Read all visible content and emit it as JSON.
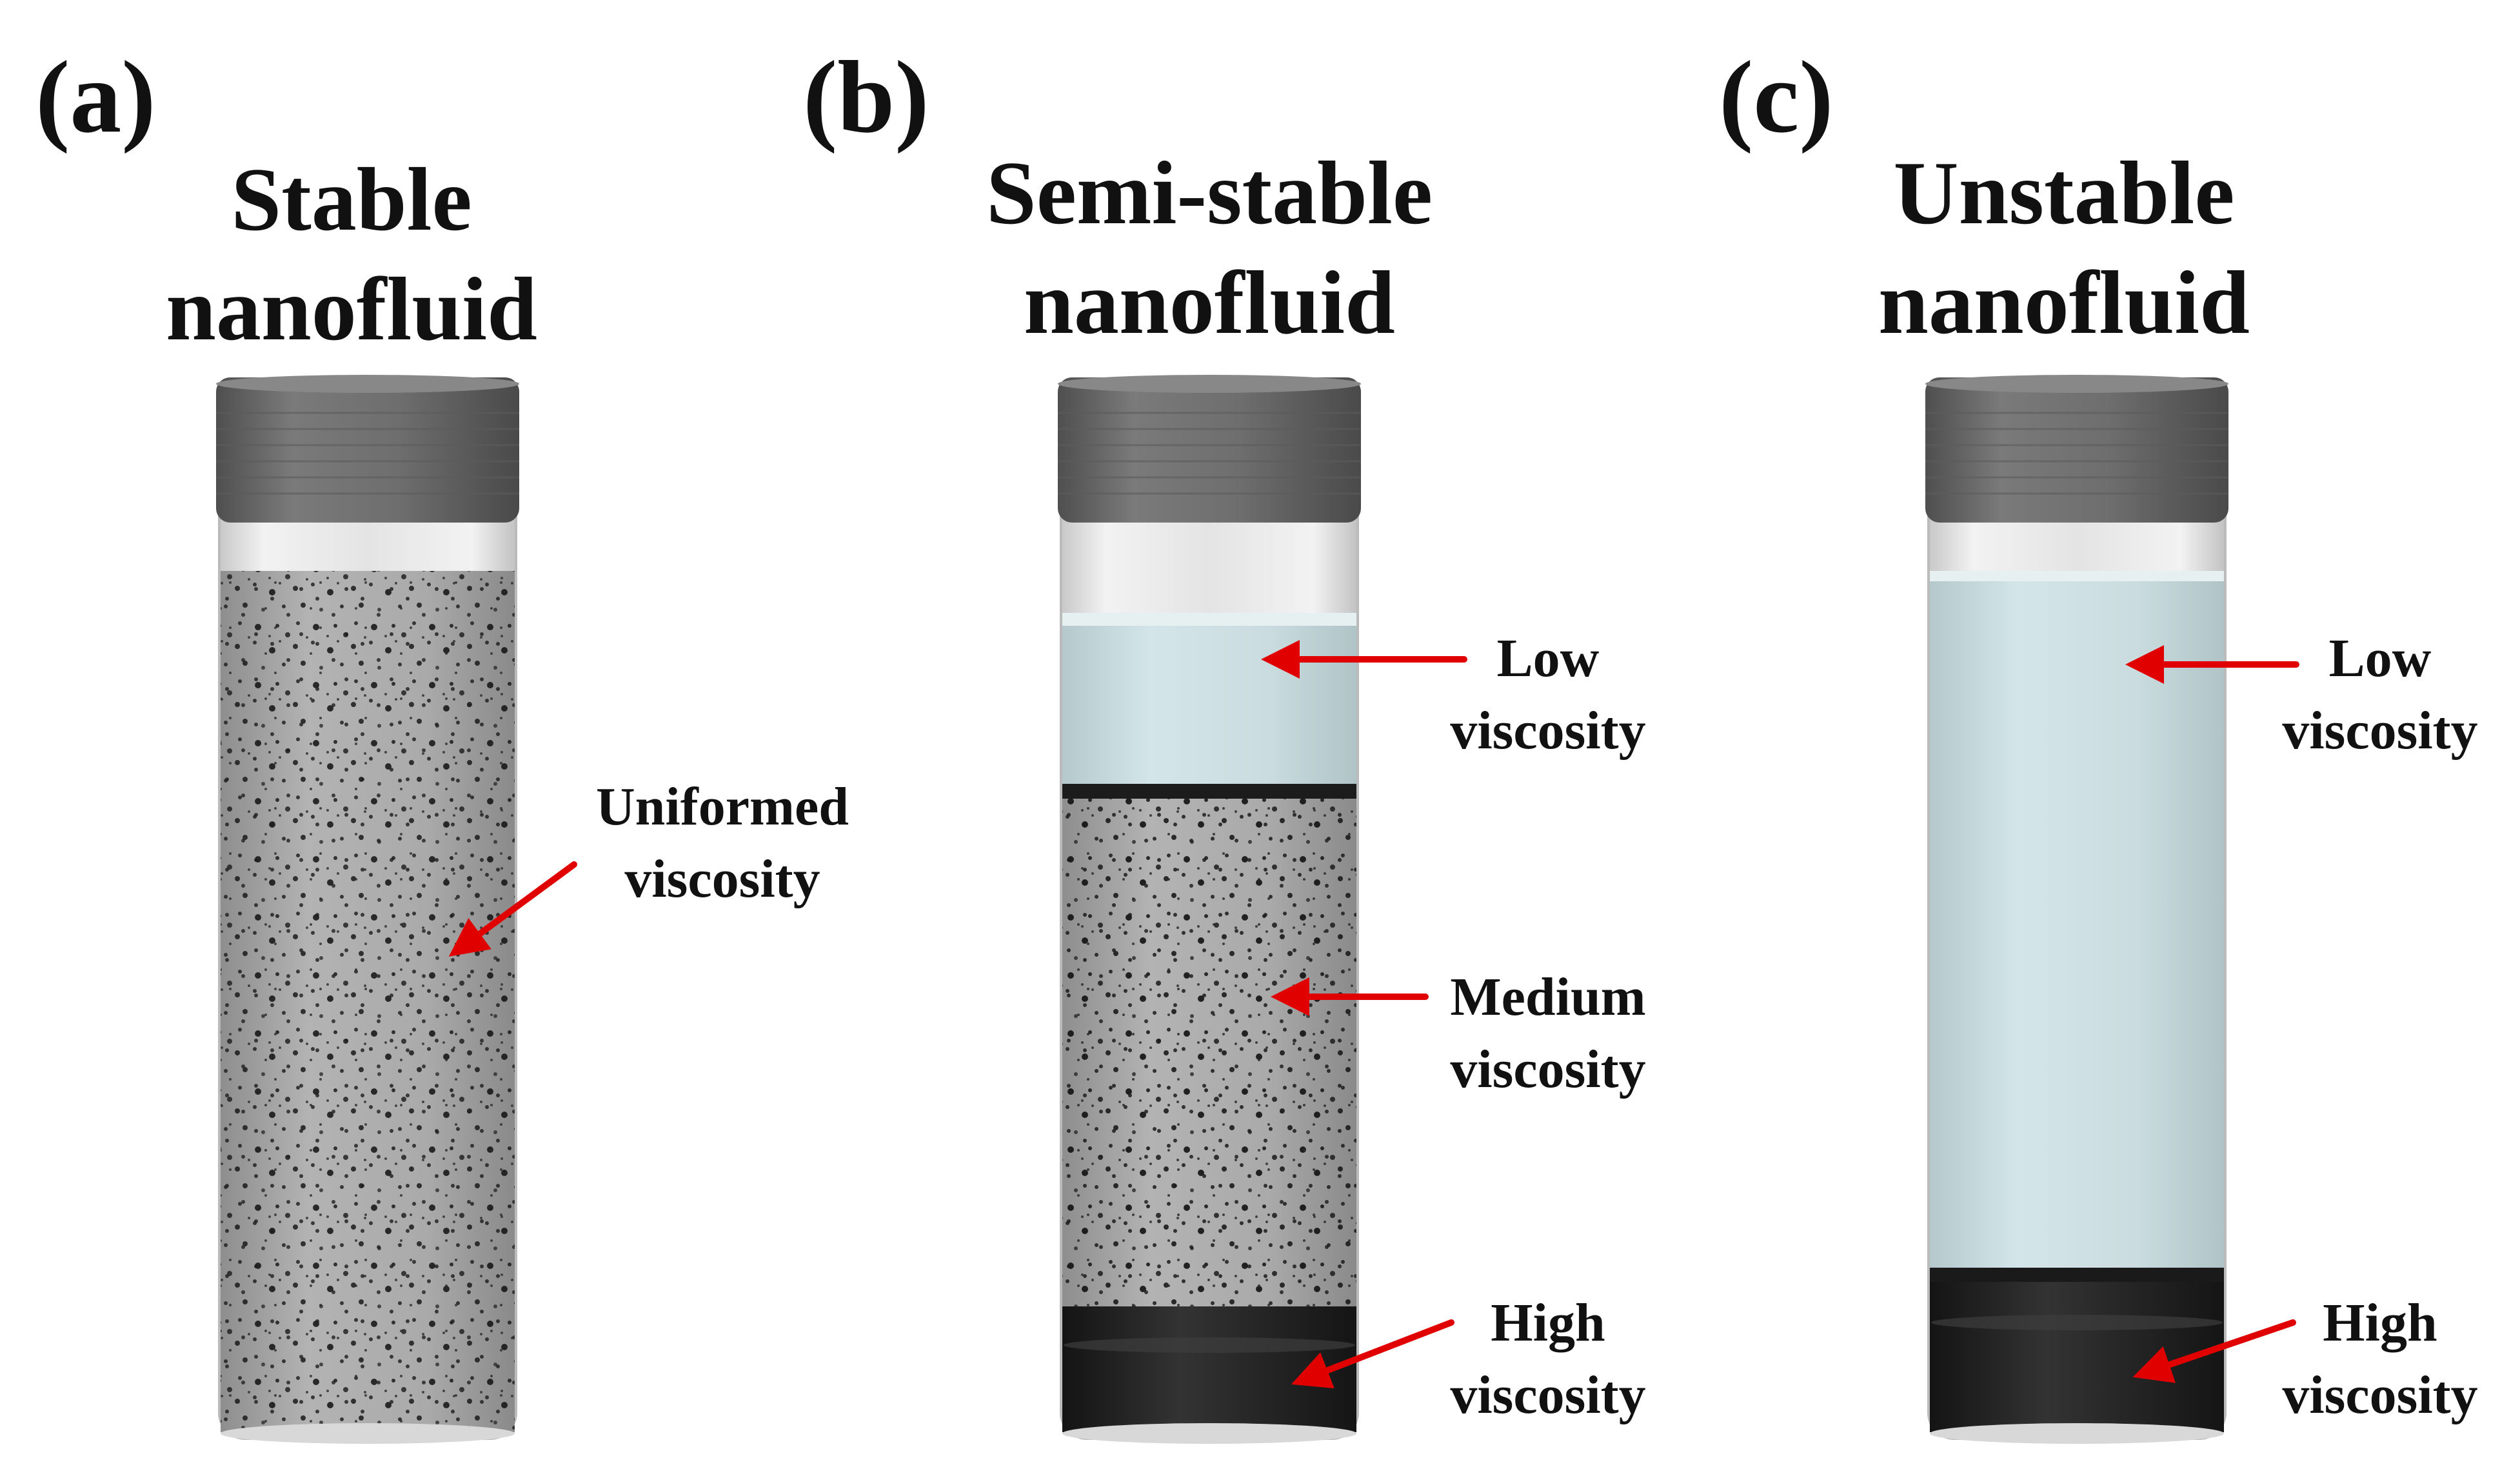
{
  "panels": [
    {
      "letter": "(a)",
      "title_line1": "Stable",
      "title_line2": "nanofluid",
      "labels": [
        {
          "line1": "Uniformed",
          "line2": "viscosity"
        }
      ]
    },
    {
      "letter": "(b)",
      "title_line1": "Semi-stable",
      "title_line2": "nanofluid",
      "labels": [
        {
          "line1": "Low",
          "line2": "viscosity"
        },
        {
          "line1": "Medium",
          "line2": "viscosity"
        },
        {
          "line1": "High",
          "line2": "viscosity"
        }
      ]
    },
    {
      "letter": "(c)",
      "title_line1": "Unstable",
      "title_line2": "nanofluid",
      "labels": [
        {
          "line1": "Low",
          "line2": "viscosity"
        },
        {
          "line1": "High",
          "line2": "viscosity"
        }
      ]
    }
  ],
  "colors": {
    "arrow": "#e00000",
    "cap": "#6f6f6f",
    "clear_fluid": "#c9dde0",
    "suspension": "#a4a4a4",
    "sediment": "#2a2a2a"
  }
}
